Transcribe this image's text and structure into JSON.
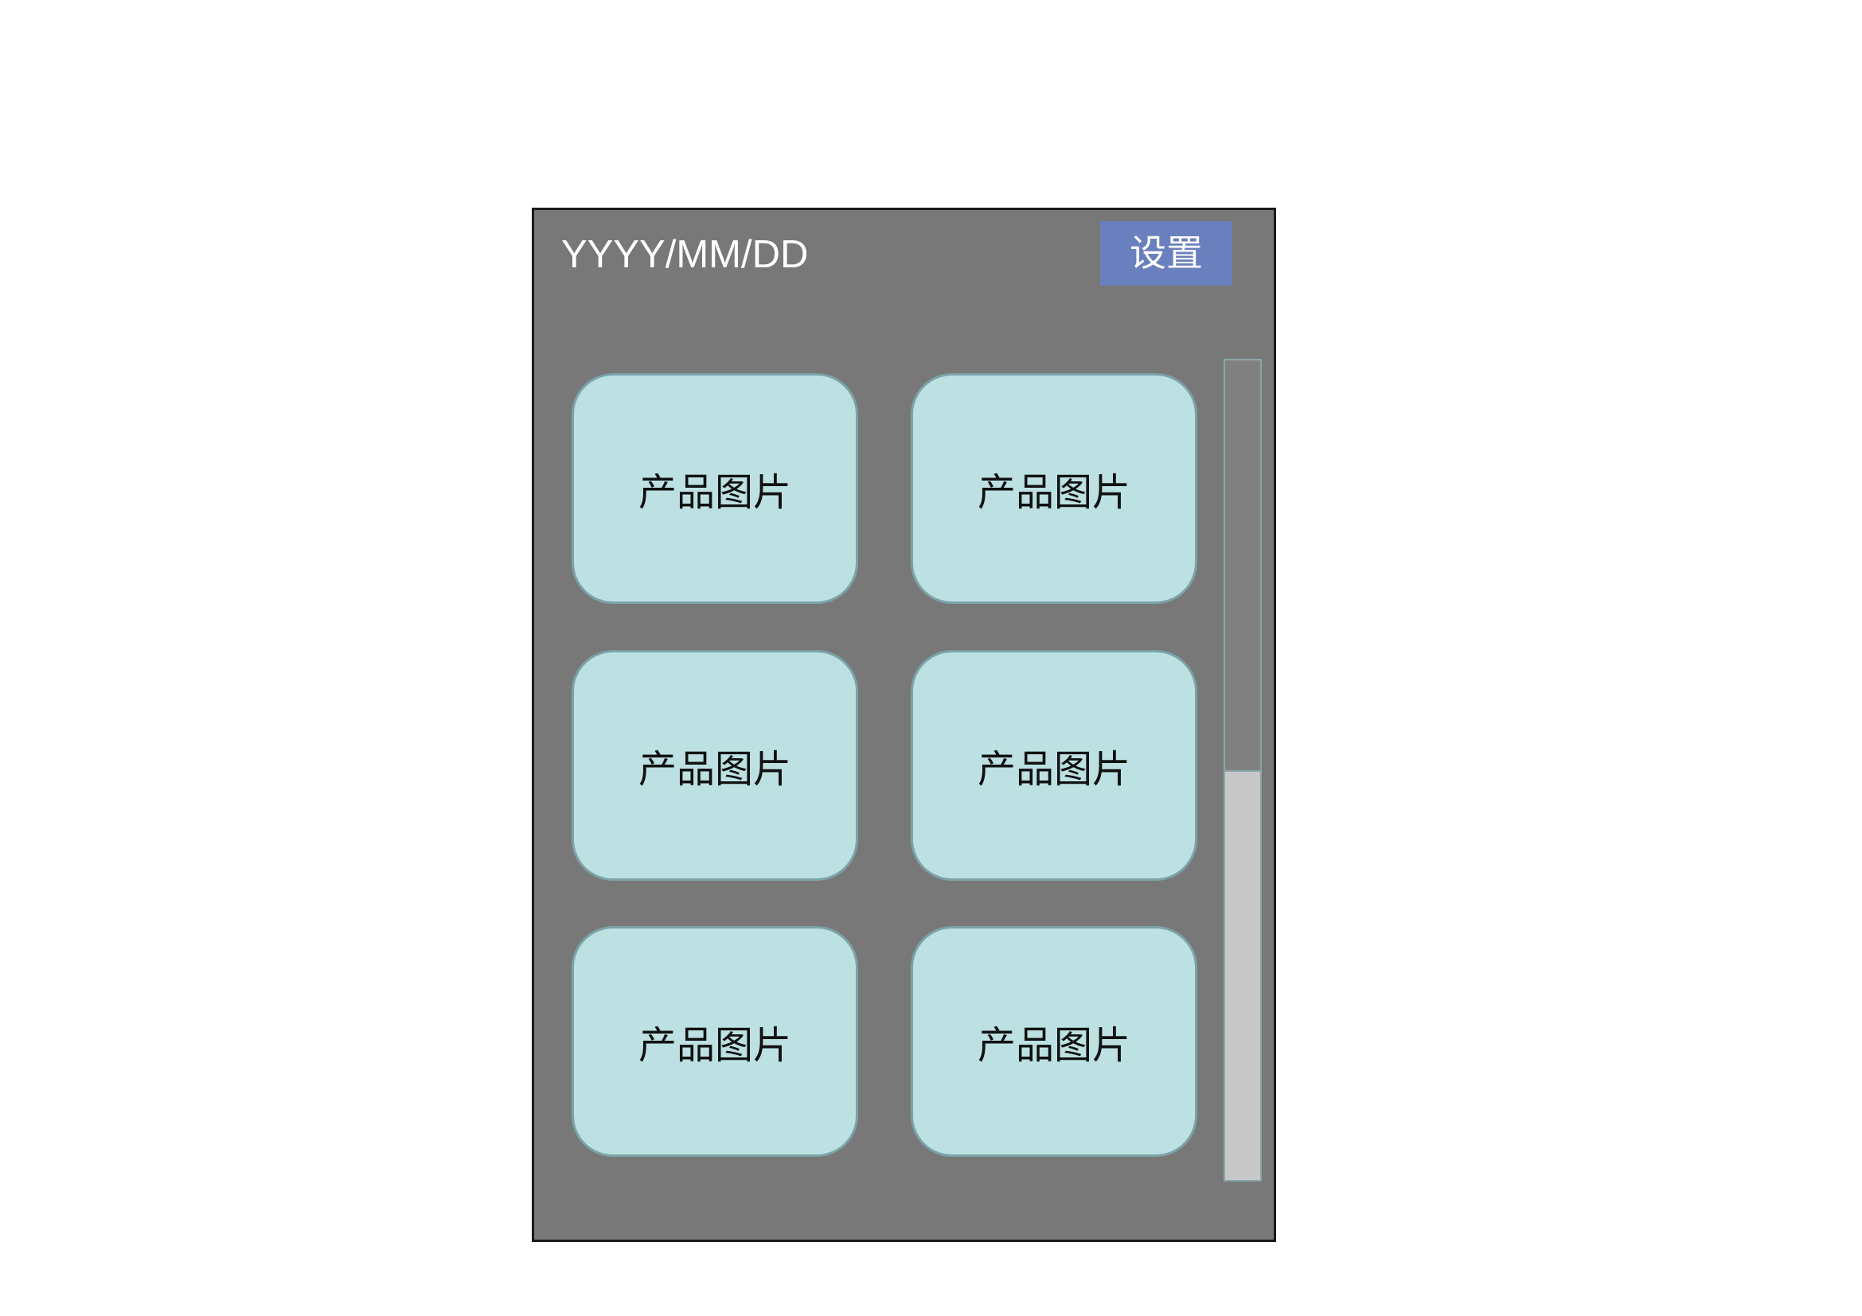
{
  "header": {
    "date_label": "YYYY/MM/DD",
    "settings_label": "设置"
  },
  "products": [
    {
      "label": "产品图片"
    },
    {
      "label": "产品图片"
    },
    {
      "label": "产品图片"
    },
    {
      "label": "产品图片"
    },
    {
      "label": "产品图片"
    },
    {
      "label": "产品图片"
    }
  ],
  "scrollbar": {
    "thumb_fraction": 0.5,
    "thumb_position": "bottom"
  },
  "colors": {
    "panel": "#787878",
    "settings_button": "#6a7fbd",
    "card": "#bde1e3",
    "card_border": "#7ba3a8",
    "scroll_thumb": "#c8c8c8"
  }
}
